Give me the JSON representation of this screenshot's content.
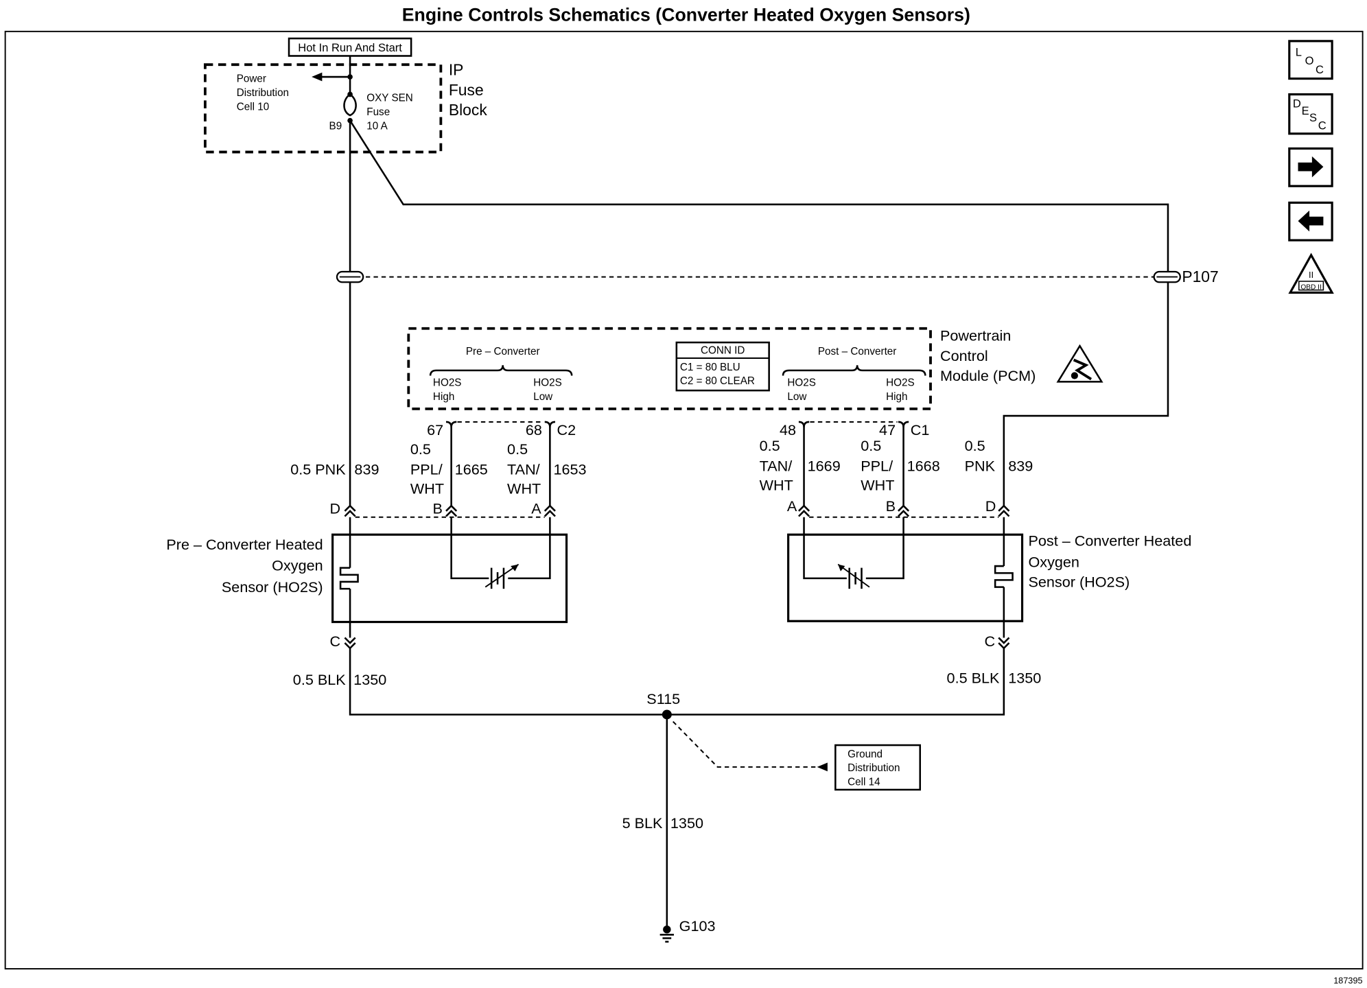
{
  "title": "Engine Controls Schematics (Converter Heated Oxygen Sensors)",
  "fuse_block": {
    "hot_label": "Hot In Run And Start",
    "power_dist": [
      "Power",
      "Distribution",
      "Cell 10"
    ],
    "fuse": [
      "OXY SEN",
      "Fuse",
      "10 A"
    ],
    "pin": "B9",
    "name": [
      "IP",
      "Fuse",
      "Block"
    ]
  },
  "connector_p107": "P107",
  "pcm": {
    "name": [
      "Powertrain",
      "Control",
      "Module (PCM)"
    ],
    "pre_label": "Pre – Converter",
    "post_label": "Post – Converter",
    "pre_pins": [
      [
        "HO2S",
        "High"
      ],
      [
        "HO2S",
        "Low"
      ]
    ],
    "post_pins": [
      [
        "HO2S",
        "Low"
      ],
      [
        "HO2S",
        "High"
      ]
    ],
    "conn_id": {
      "title": "CONN ID",
      "c1": "C1 = 80 BLU",
      "c2": "C2 = 80 CLEAR"
    }
  },
  "left_wires": {
    "pink": {
      "size": "0.5 PNK",
      "circuit": "839"
    },
    "pin67": "67",
    "pin68": "68",
    "conn": "C2",
    "w1665": {
      "size": "0.5",
      "color": [
        "PPL/",
        "WHT"
      ],
      "circuit": "1665"
    },
    "w1653": {
      "size": "0.5",
      "color": [
        "TAN/",
        "WHT"
      ],
      "circuit": "1653"
    },
    "cav_d": "D",
    "cav_b": "B",
    "cav_a": "A",
    "cav_c": "C",
    "black": {
      "size": "0.5 BLK",
      "circuit": "1350"
    }
  },
  "right_wires": {
    "pin48": "48",
    "pin47": "47",
    "conn": "C1",
    "w1669": {
      "size": "0.5",
      "color": [
        "TAN/",
        "WHT"
      ],
      "circuit": "1669"
    },
    "w1668": {
      "size": "0.5",
      "color": [
        "PPL/",
        "WHT"
      ],
      "circuit": "1668"
    },
    "pink": {
      "size": "0.5",
      "color": "PNK",
      "circuit": "839"
    },
    "cav_a": "A",
    "cav_b": "B",
    "cav_d": "D",
    "cav_c": "C",
    "black": {
      "size": "0.5 BLK",
      "circuit": "1350"
    }
  },
  "pre_sensor": [
    "Pre – Converter Heated",
    "Oxygen",
    "Sensor (HO2S)"
  ],
  "post_sensor": [
    "Post – Converter Heated",
    "Oxygen",
    "Sensor (HO2S)"
  ],
  "splice": "S115",
  "ground_dist": [
    "Ground",
    "Distribution",
    "Cell 14"
  ],
  "ground_wire": {
    "size": "5 BLK",
    "circuit": "1350"
  },
  "ground": "G103",
  "figure_id": "187395",
  "nav": {
    "loc": [
      "L",
      "O",
      "C"
    ],
    "desc": [
      "D",
      "E",
      "S",
      "C"
    ],
    "obd": "OBD II",
    "obd_mark": "II"
  }
}
